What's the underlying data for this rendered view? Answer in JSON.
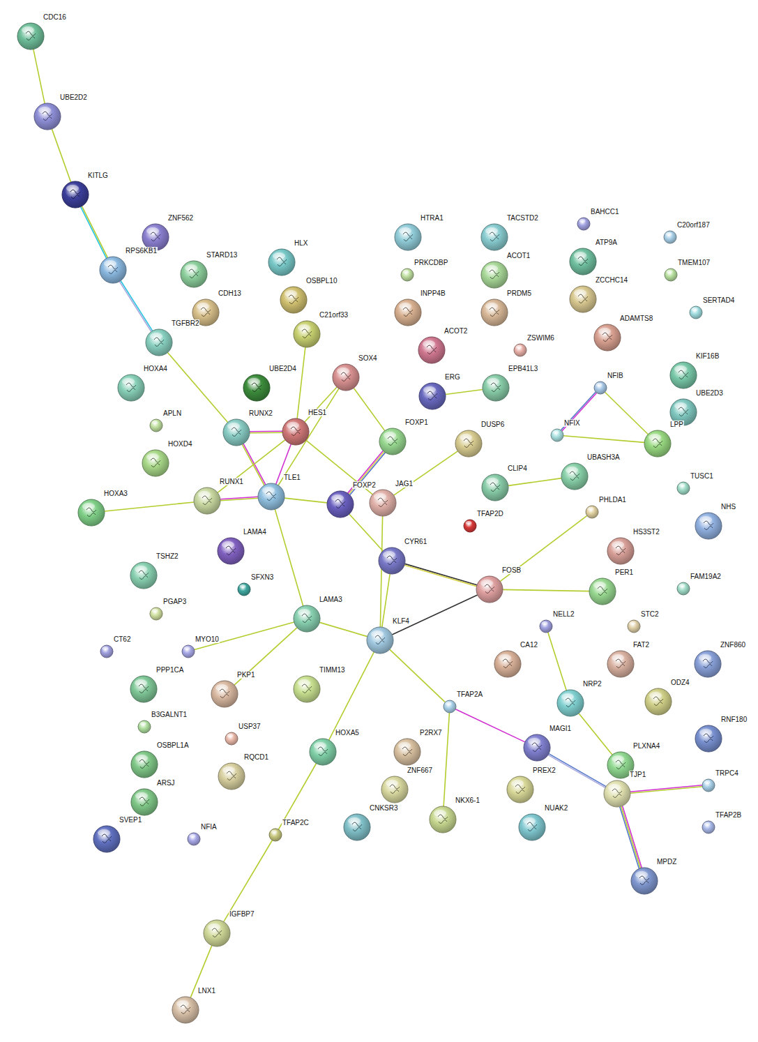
{
  "diagram": {
    "nodes": [
      {
        "text": [
          "CDC16"
        ]
      },
      {
        "text": [
          "UBE2D2"
        ]
      },
      {
        "text": [
          "KITLG"
        ]
      },
      {
        "text": [
          "ZNF562"
        ]
      },
      {
        "text": [
          "RPS6KB1"
        ]
      },
      {
        "text": [
          "STARD13"
        ]
      },
      {
        "text": [
          "HLX"
        ]
      },
      {
        "text": [
          "CDH13"
        ]
      },
      {
        "text": [
          "OSBPL10"
        ]
      },
      {
        "text": [
          "C21orf33"
        ]
      },
      {
        "text": [
          "TGFBR2"
        ]
      },
      {
        "text": [
          "HOXA4"
        ]
      },
      {
        "text": [
          "UBE2D4"
        ]
      },
      {
        "text": [
          "SOX4"
        ]
      },
      {
        "text": [
          "RUNX2"
        ]
      },
      {
        "text": [
          "HES1"
        ]
      },
      {
        "text": [
          "APLN"
        ]
      },
      {
        "text": [
          "HOXD4"
        ]
      },
      {
        "text": [
          "FOXP1"
        ]
      },
      {
        "text": [
          "DUSP6"
        ]
      },
      {
        "text": [
          "RUNX1"
        ]
      },
      {
        "text": [
          "TLE1"
        ]
      },
      {
        "text": [
          "HOXA3"
        ]
      },
      {
        "text": [
          "FOXP2"
        ]
      },
      {
        "text": [
          "JAG1"
        ]
      },
      {
        "text": [
          "HTRA1"
        ]
      },
      {
        "text": [
          "PRKCDBP"
        ]
      },
      {
        "text": [
          "INPP4B"
        ]
      },
      {
        "text": [
          "ACOT2"
        ]
      },
      {
        "text": [
          "ERG"
        ]
      },
      {
        "text": [
          "EPB41L3"
        ]
      },
      {
        "text": [
          "TACSTD2"
        ]
      },
      {
        "text": [
          "ACOT1"
        ]
      },
      {
        "text": [
          "PRDM5"
        ]
      },
      {
        "text": [
          "ZSWIM6"
        ]
      },
      {
        "text": [
          "BAHCC1"
        ]
      },
      {
        "text": [
          "ATP9A"
        ]
      },
      {
        "text": [
          "ZCCHC14"
        ]
      },
      {
        "text": [
          "ADAMTS8"
        ]
      },
      {
        "text": [
          "C20orf187"
        ]
      },
      {
        "text": [
          "TMEM107"
        ]
      },
      {
        "text": [
          "SERTAD4"
        ]
      },
      {
        "text": [
          "KIF16B"
        ]
      },
      {
        "text": [
          "UBE2D3"
        ]
      },
      {
        "text": [
          "NFIB"
        ]
      },
      {
        "text": [
          "NFIX"
        ]
      },
      {
        "text": [
          "LPP"
        ]
      },
      {
        "text": [
          "CLIP4"
        ]
      },
      {
        "text": [
          "UBASH3A"
        ]
      },
      {
        "text": [
          "TUSC1"
        ]
      },
      {
        "text": [
          "TFAP2D"
        ]
      },
      {
        "text": [
          "PHLDA1"
        ]
      },
      {
        "text": [
          "NHS"
        ]
      },
      {
        "text": [
          "LAMA4"
        ]
      },
      {
        "text": [
          "TSHZ2"
        ]
      },
      {
        "text": [
          "SFXN3"
        ]
      },
      {
        "text": [
          "CYR61"
        ]
      },
      {
        "text": [
          "FOSB"
        ]
      },
      {
        "text": [
          "HS3ST2"
        ]
      },
      {
        "text": [
          "PER1"
        ]
      },
      {
        "text": [
          "FAM19A2"
        ]
      },
      {
        "text": [
          "PGAP3"
        ]
      },
      {
        "text": [
          "LAMA3"
        ]
      },
      {
        "text": [
          "KLF4"
        ]
      },
      {
        "text": [
          "NELL2"
        ]
      },
      {
        "text": [
          "STC2"
        ]
      },
      {
        "text": [
          "CT62"
        ]
      },
      {
        "text": [
          "MYO10"
        ]
      },
      {
        "text": [
          "ZNF860"
        ]
      },
      {
        "text": [
          "CA12"
        ]
      },
      {
        "text": [
          "FAT2"
        ]
      },
      {
        "text": [
          "PPP1CA"
        ]
      },
      {
        "text": [
          "PKP1"
        ]
      },
      {
        "text": [
          "TIMM13"
        ]
      },
      {
        "text": [
          "TFAP2A"
        ]
      },
      {
        "text": [
          "NRP2"
        ]
      },
      {
        "text": [
          "ODZ4"
        ]
      },
      {
        "text": [
          "B3GALNT1"
        ]
      },
      {
        "text": [
          "USP37"
        ]
      },
      {
        "text": [
          "RNF180"
        ]
      },
      {
        "text": [
          "OSBPL1A"
        ]
      },
      {
        "text": [
          "HOXA5"
        ]
      },
      {
        "text": [
          "P2RX7"
        ]
      },
      {
        "text": [
          "MAGI1"
        ]
      },
      {
        "text": [
          "RQCD1"
        ]
      },
      {
        "text": [
          "PLXNA4"
        ]
      },
      {
        "text": [
          "ZNF667"
        ]
      },
      {
        "text": [
          "PREX2"
        ]
      },
      {
        "text": [
          "TJP1"
        ]
      },
      {
        "text": [
          "TRPC4"
        ]
      },
      {
        "text": [
          "ARSJ"
        ]
      },
      {
        "text": [
          "CNKSR3"
        ]
      },
      {
        "text": [
          "NKX6-1"
        ]
      },
      {
        "text": [
          "NUAK2"
        ]
      },
      {
        "text": [
          "TFAP2B"
        ]
      },
      {
        "text": [
          "SVEP1"
        ]
      },
      {
        "text": [
          "NFIA"
        ]
      },
      {
        "text": [
          "TFAP2C"
        ]
      },
      {
        "text": [
          "MPDZ"
        ]
      },
      {
        "text": [
          "IGFBP7"
        ]
      },
      {
        "text": [
          "LNX1"
        ]
      }
    ],
    "edges": [
      {
        "from": 0,
        "to": 1,
        "arrow": "none"
      },
      {
        "from": 1,
        "to": 2,
        "arrow": "none"
      },
      {
        "from": 2,
        "to": 4,
        "arrow": "none"
      },
      {
        "from": 4,
        "to": 10,
        "arrow": "none"
      },
      {
        "from": 10,
        "to": 14,
        "arrow": "none"
      },
      {
        "from": 14,
        "to": 15,
        "arrow": "none"
      },
      {
        "from": 14,
        "to": 21,
        "arrow": "none"
      },
      {
        "from": 15,
        "to": 20,
        "arrow": "none"
      },
      {
        "from": 20,
        "to": 21,
        "arrow": "none"
      },
      {
        "from": 22,
        "to": 20,
        "arrow": "none"
      },
      {
        "from": 15,
        "to": 21,
        "arrow": "none"
      },
      {
        "from": 9,
        "to": 15,
        "arrow": "none"
      },
      {
        "from": 13,
        "to": 21,
        "arrow": "none"
      },
      {
        "from": 13,
        "to": 15,
        "arrow": "none"
      },
      {
        "from": 13,
        "to": 18,
        "arrow": "none"
      },
      {
        "from": 18,
        "to": 23,
        "arrow": "none"
      },
      {
        "from": 15,
        "to": 24,
        "arrow": "none"
      },
      {
        "from": 21,
        "to": 23,
        "arrow": "none"
      },
      {
        "from": 21,
        "to": 62,
        "arrow": "none"
      },
      {
        "from": 23,
        "to": 56,
        "arrow": "none"
      },
      {
        "from": 24,
        "to": 19,
        "arrow": "none"
      },
      {
        "from": 24,
        "to": 63,
        "arrow": "none"
      },
      {
        "from": 56,
        "to": 63,
        "arrow": "none"
      },
      {
        "from": 56,
        "to": 57,
        "arrow": "none"
      },
      {
        "from": 63,
        "to": 57,
        "arrow": "none"
      },
      {
        "from": 57,
        "to": 51,
        "arrow": "none"
      },
      {
        "from": 57,
        "to": 59,
        "arrow": "none"
      },
      {
        "from": 62,
        "to": 67,
        "arrow": "none"
      },
      {
        "from": 62,
        "to": 72,
        "arrow": "none"
      },
      {
        "from": 62,
        "to": 63,
        "arrow": "none"
      },
      {
        "from": 63,
        "to": 81,
        "arrow": "none"
      },
      {
        "from": 63,
        "to": 74,
        "arrow": "none"
      },
      {
        "from": 81,
        "to": 97,
        "arrow": "none"
      },
      {
        "from": 97,
        "to": 99,
        "arrow": "none"
      },
      {
        "from": 99,
        "to": 100,
        "arrow": "none"
      },
      {
        "from": 74,
        "to": 83,
        "arrow": "none"
      },
      {
        "from": 74,
        "to": 92,
        "arrow": "none"
      },
      {
        "from": 83,
        "to": 88,
        "arrow": "none"
      },
      {
        "from": 64,
        "to": 75,
        "arrow": "none"
      },
      {
        "from": 75,
        "to": 85,
        "arrow": "none"
      },
      {
        "from": 88,
        "to": 89,
        "arrow": "none"
      },
      {
        "from": 88,
        "to": 98,
        "arrow": "none"
      },
      {
        "from": 29,
        "to": 30,
        "arrow": "none"
      },
      {
        "from": 47,
        "to": 48,
        "arrow": "none"
      },
      {
        "from": 44,
        "to": 45,
        "arrow": "none"
      },
      {
        "from": 44,
        "to": 46,
        "arrow": "none"
      },
      {
        "from": 45,
        "to": 46,
        "arrow": "none"
      }
    ]
  }
}
